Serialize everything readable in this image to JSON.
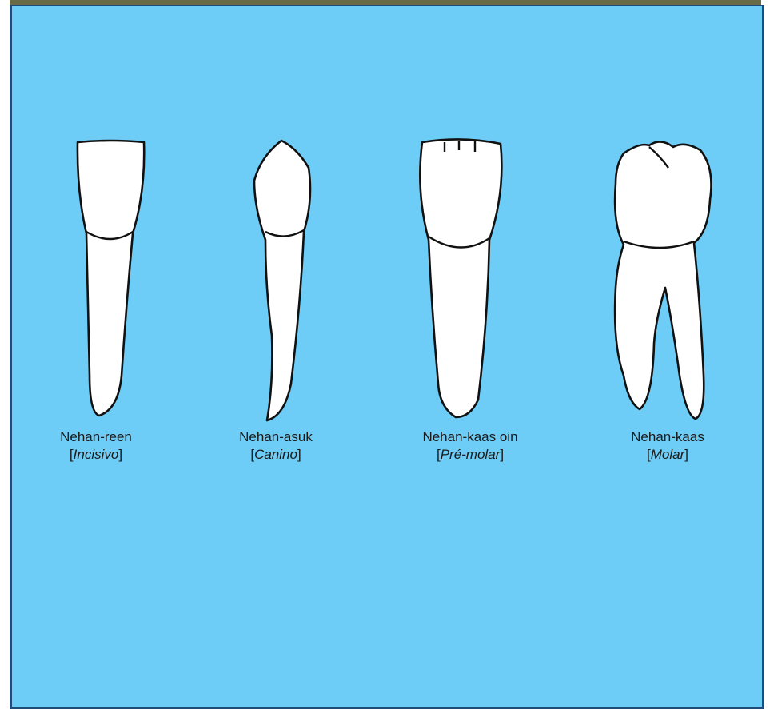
{
  "teeth": [
    {
      "icon": "incisor-icon",
      "name": "Nehan-reen",
      "portuguese": "Incisivo"
    },
    {
      "icon": "canine-icon",
      "name": "Nehan-asuk",
      "portuguese": "Canino"
    },
    {
      "icon": "premolar-icon",
      "name": "Nehan-kaas oin",
      "portuguese": "Pré-molar"
    },
    {
      "icon": "molar-icon",
      "name": "Nehan-kaas",
      "portuguese": "Molar"
    }
  ],
  "colors": {
    "panel": "#6ecdf6",
    "border": "#1f4b7a",
    "tooth": "#ffffff",
    "outline": "#111111"
  }
}
